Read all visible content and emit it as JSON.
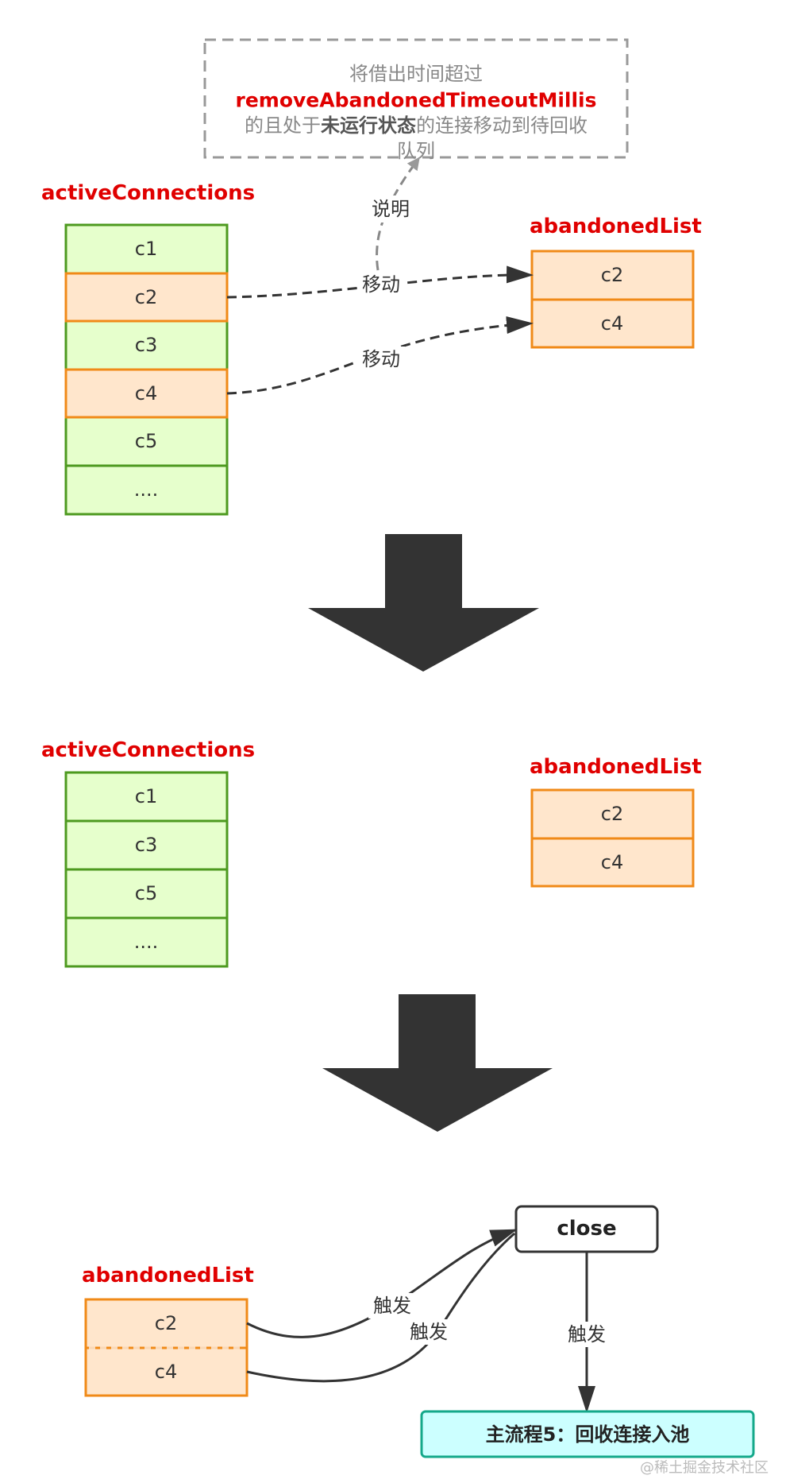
{
  "colors": {
    "active_fill": "#e6ffcc",
    "active_stroke": "#4d9a1f",
    "abandoned_fill": "#ffe6cc",
    "abandoned_stroke": "#f08a18",
    "title_red": "#e00000",
    "flow_arrow": "#333333",
    "main_flow_fill": "#ccffff",
    "main_flow_stroke": "#14a88a"
  },
  "note": {
    "line1": "将借出时间超过",
    "line2": "removeAbandonedTimeoutMillis",
    "line3_prefix": "的且处于",
    "line3_bold": "未运行状态",
    "line3_suffix": "的连接移动到待回收",
    "line4": "队列",
    "link_label": "说明"
  },
  "stage1": {
    "active_title": "activeConnections",
    "active_items": [
      "c1",
      "c2",
      "c3",
      "c4",
      "c5",
      "...."
    ],
    "abandoned_title": "abandonedList",
    "abandoned_items": [
      "c2",
      "c4"
    ],
    "move_label_1": "移动",
    "move_label_2": "移动"
  },
  "stage2": {
    "active_title": "activeConnections",
    "active_items": [
      "c1",
      "c3",
      "c5",
      "...."
    ],
    "abandoned_title": "abandonedList",
    "abandoned_items": [
      "c2",
      "c4"
    ]
  },
  "stage3": {
    "abandoned_title": "abandonedList",
    "abandoned_items": [
      "c2",
      "c4"
    ],
    "close_label": "close",
    "trigger_label_1": "触发",
    "trigger_label_2": "触发",
    "trigger_label_3": "触发",
    "main_flow_label": "主流程5：回收连接入池"
  },
  "watermark": "@稀土掘金技术社区"
}
